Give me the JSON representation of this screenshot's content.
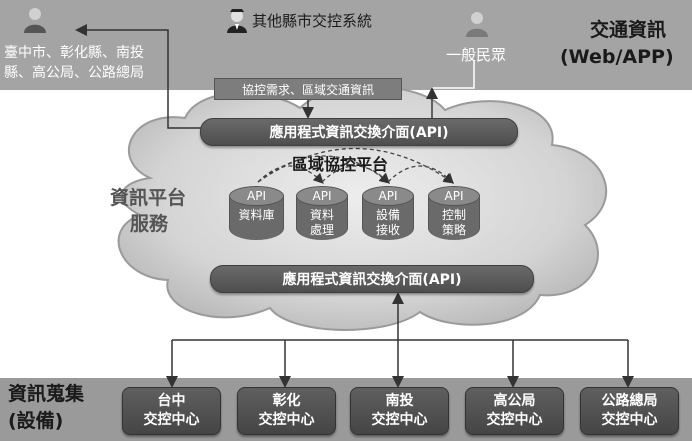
{
  "top": {
    "left_text_line1": "臺中市、彰化縣、南投",
    "left_text_line2": "縣、高公局、公路總局",
    "center_text": "其他縣市交控系統",
    "right_text": "一般民眾",
    "title_line1": "交通資訊",
    "title_line2": "(Web/APP)",
    "request_label": "協控需求、區域交通資訊"
  },
  "platform": {
    "label_line1": "資訊平台",
    "label_line2": "服務",
    "api_top": "應用程式資訊交換介面(API)",
    "api_bottom": "應用程式資訊交換介面(API)",
    "region_title": "區域協控平台",
    "modules": [
      {
        "badge": "API",
        "line1": "資料庫",
        "line2": ""
      },
      {
        "badge": "API",
        "line1": "資料",
        "line2": "處理"
      },
      {
        "badge": "API",
        "line1": "設備",
        "line2": "接收"
      },
      {
        "badge": "API",
        "line1": "控制",
        "line2": "策略"
      }
    ]
  },
  "bottom": {
    "label_line1": "資訊蒐集",
    "label_line2": "(設備)",
    "centers": [
      {
        "line1": "台中",
        "line2": "交控中心"
      },
      {
        "line1": "彰化",
        "line2": "交控中心"
      },
      {
        "line1": "南投",
        "line2": "交控中心"
      },
      {
        "line1": "高公局",
        "line2": "交控中心"
      },
      {
        "line1": "公路總局",
        "line2": "交控中心"
      }
    ]
  },
  "icons": [
    "person-icon",
    "officer-icon",
    "person-icon"
  ]
}
